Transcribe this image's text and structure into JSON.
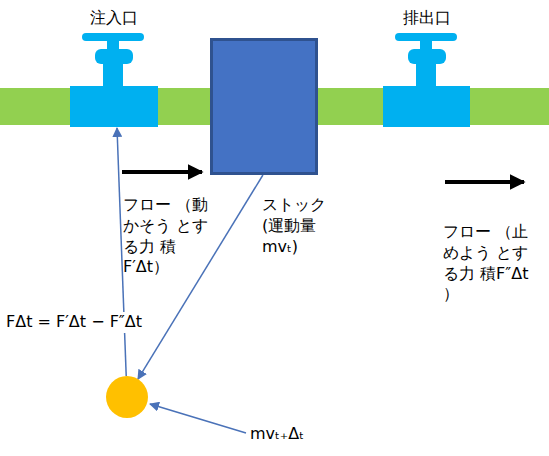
{
  "diagram": {
    "nodes": [
      {
        "text": [
          "注入口"
        ]
      },
      {
        "text": [
          "ストック (運動量 mvₜ)"
        ]
      },
      {
        "text": [
          "排出口"
        ]
      },
      {
        "text": [
          "mvₜ₊Δₜ"
        ]
      }
    ],
    "edges": [
      {
        "from": 1,
        "to": 3,
        "arrow": "to"
      },
      {
        "from": 3,
        "to": 0,
        "arrow": "to",
        "label": "FΔt = F′Δt − F″Δt"
      }
    ],
    "labels": [
      "フロー （動かそう とする力 積F′Δt）",
      "フロー （止めよう とする力 積F″Δt ）"
    ]
  }
}
